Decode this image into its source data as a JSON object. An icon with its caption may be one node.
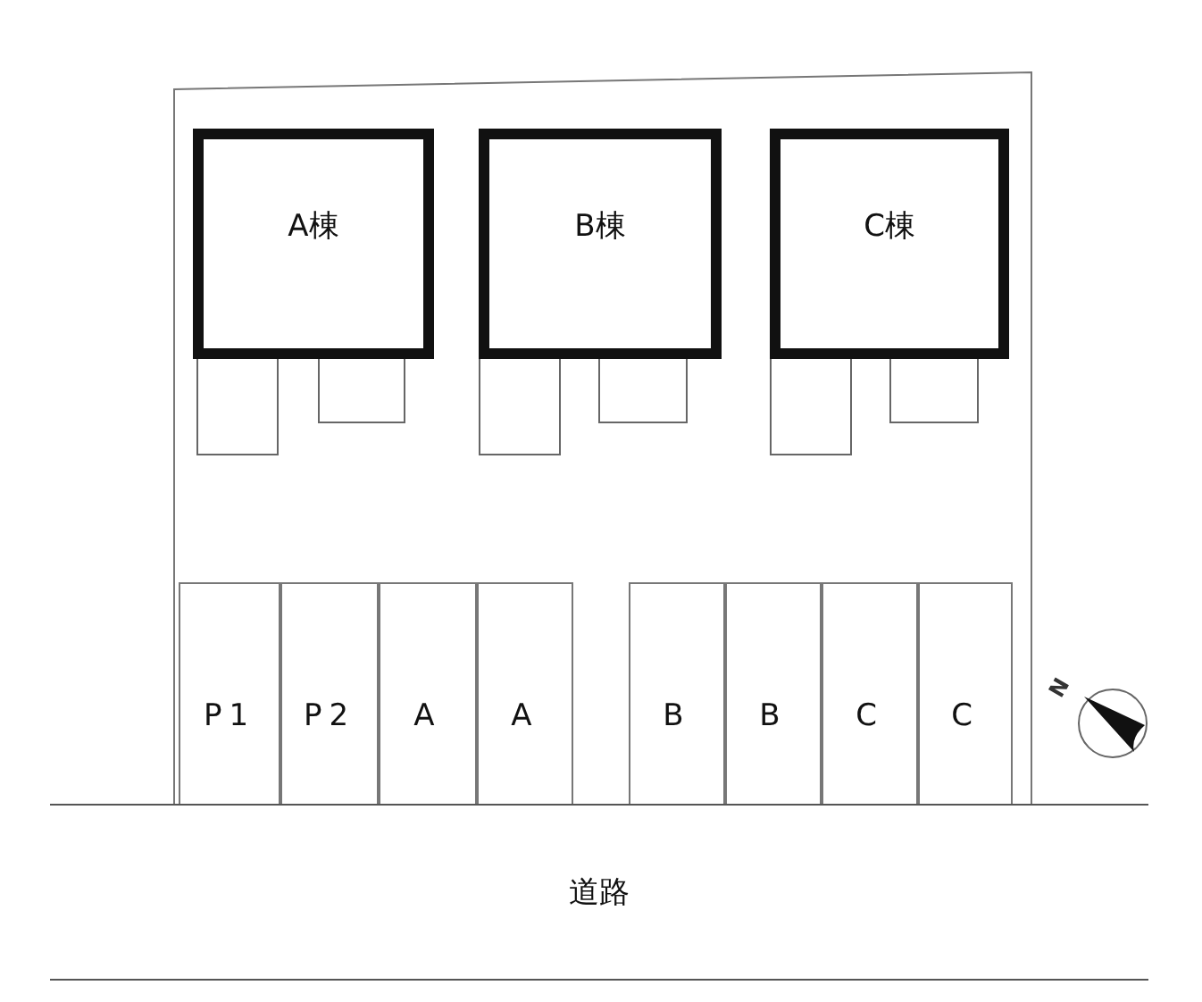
{
  "diagram": {
    "nodes": [
      {
        "text": [],
        "shape": "box"
      },
      {
        "text": [
          "A棟"
        ],
        "in": 0
      },
      {
        "text": [
          "B棟"
        ],
        "in": 0
      },
      {
        "text": [
          "C棟"
        ],
        "in": 0
      },
      {
        "text": [
          "P1"
        ],
        "in": 0
      },
      {
        "text": [
          "P2"
        ],
        "in": 0
      },
      {
        "text": [
          "A"
        ],
        "in": 0
      },
      {
        "text": [
          "A"
        ],
        "in": 0
      },
      {
        "text": [
          "B"
        ],
        "in": 0
      },
      {
        "text": [
          "B"
        ],
        "in": 0
      },
      {
        "text": [
          "C"
        ],
        "in": 0
      },
      {
        "text": [
          "C"
        ],
        "in": 0
      },
      {
        "text": [
          "道路"
        ]
      }
    ],
    "edges": [],
    "labels": [
      "N"
    ]
  }
}
